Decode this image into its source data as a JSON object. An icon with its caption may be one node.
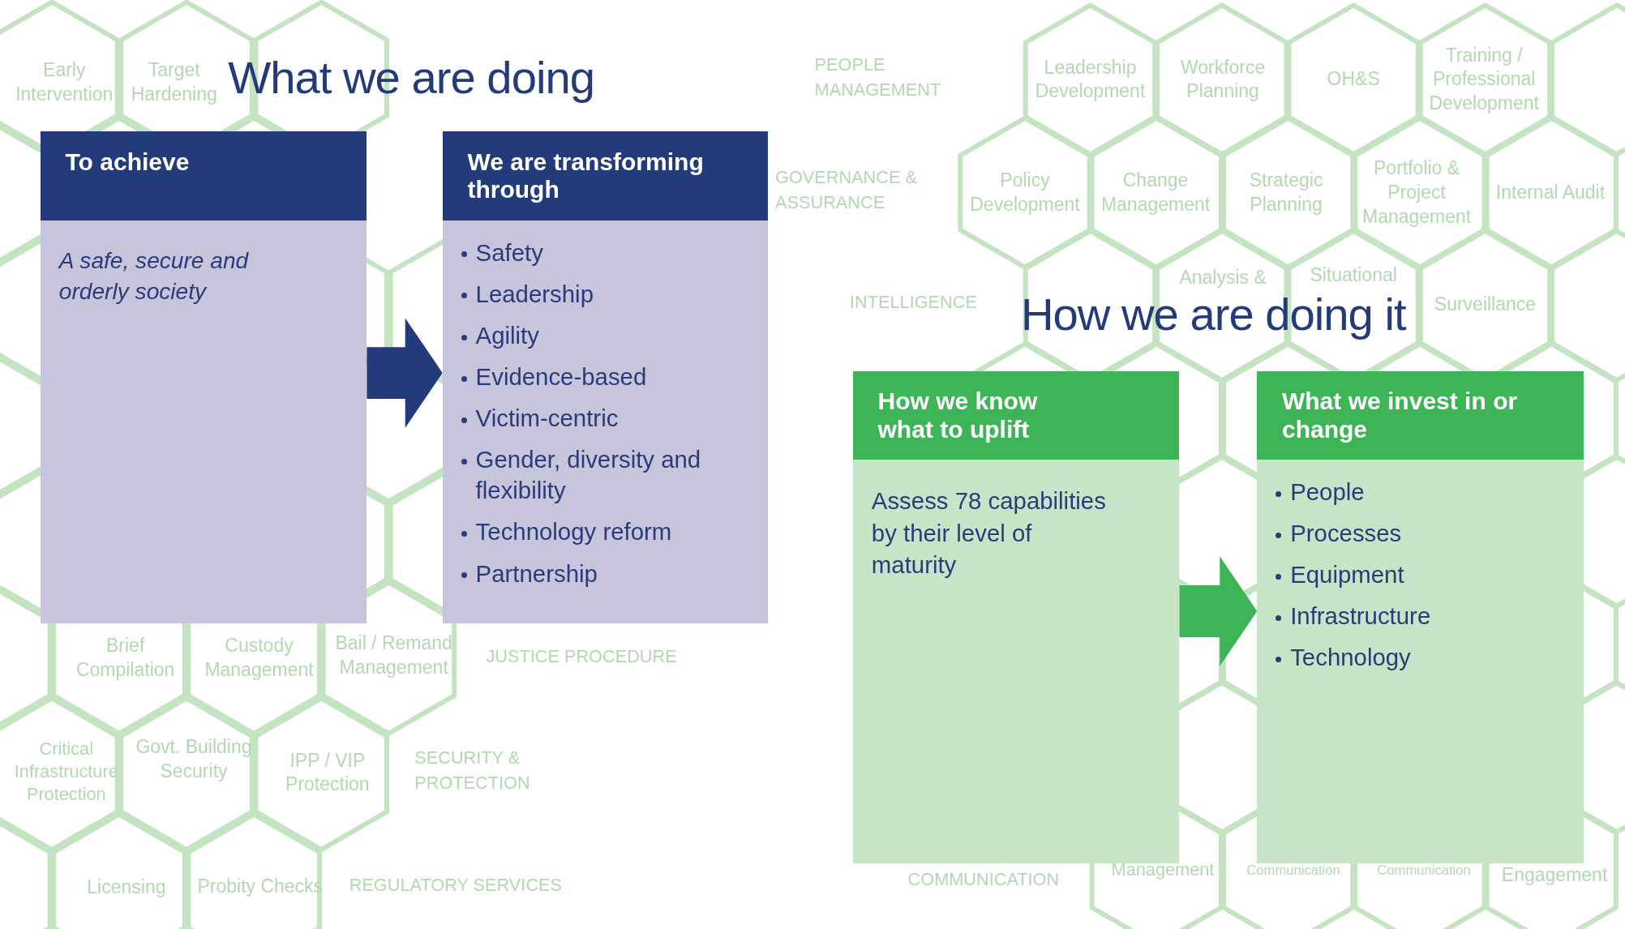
{
  "diagram": {
    "title": "What we are doing",
    "nodes": [
      {
        "text": [
          "To achieve",
          "A safe, secure and orderly society"
        ]
      },
      {
        "text": [
          "We are transforming through",
          "Safety",
          "Leadership",
          "Agility",
          "Evidence-based",
          "Victim-centric",
          "Gender, diversity and flexibility",
          "Technology reform",
          "Partnership"
        ]
      },
      {
        "text": [
          "How we know what to uplift",
          "Assess 78 capabilities by their level of maturity"
        ]
      },
      {
        "text": [
          "What we invest in or change",
          "People",
          "Processes",
          "Equipment",
          "Infrastructure",
          "Technology"
        ]
      }
    ],
    "edges": [
      {
        "from": 0,
        "to": 1,
        "arrow": "to",
        "color": "#233a7b"
      },
      {
        "from": 2,
        "to": 3,
        "arrow": "to",
        "color": "#3db556"
      }
    ],
    "labels": [
      "How we are doing it",
      "Early Intervention",
      "Target Hardening",
      "Brief Compilation",
      "Custody Management",
      "Bail / Remand Management",
      "JUSTICE PROCEDURE",
      "Critical Infrastructure Protection",
      "Govt. Building Security",
      "IPP / VIP Protection",
      "SECURITY & PROTECTION",
      "Licensing",
      "Probity Checks",
      "REGULATORY SERVICES",
      "PEOPLE MANAGEMENT",
      "GOVERNANCE & ASSURANCE",
      "INTELLIGENCE",
      "COMMUNICATION",
      "Leadership Development",
      "Workforce Planning",
      "OH&S",
      "Training / Professional Development",
      "Policy Development",
      "Change Management",
      "Strategic Planning",
      "Portfolio & Project Management",
      "Internal Audit",
      "Analysis &",
      "Situational",
      "Surveillance",
      "Management",
      "Communication",
      "Communication",
      "Engagement"
    ]
  }
}
